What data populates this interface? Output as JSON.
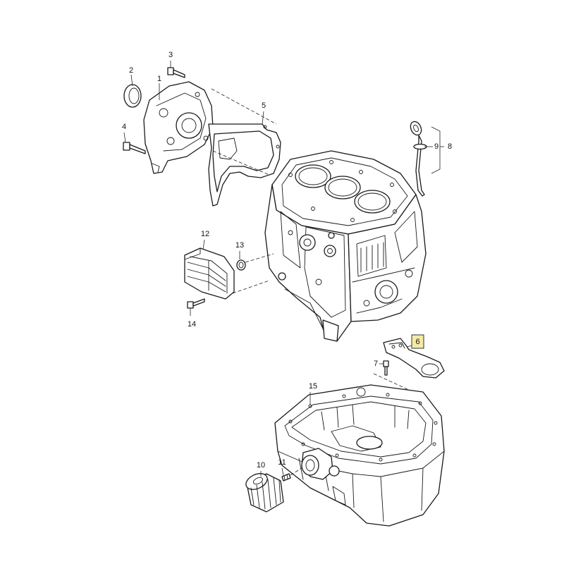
{
  "callouts": {
    "c1": "1",
    "c2": "2",
    "c3": "3",
    "c4": "4",
    "c5": "5",
    "c6": "6",
    "c7": "7",
    "c8": "8",
    "c9": "9",
    "c10": "10",
    "c11": "11",
    "c12": "12",
    "c13": "13",
    "c14": "14",
    "c15": "15"
  },
  "highlighted_callout": "6",
  "colors": {
    "highlight_fill": "#f5e9a8",
    "line": "#1a1a1a",
    "background": "#ffffff"
  }
}
